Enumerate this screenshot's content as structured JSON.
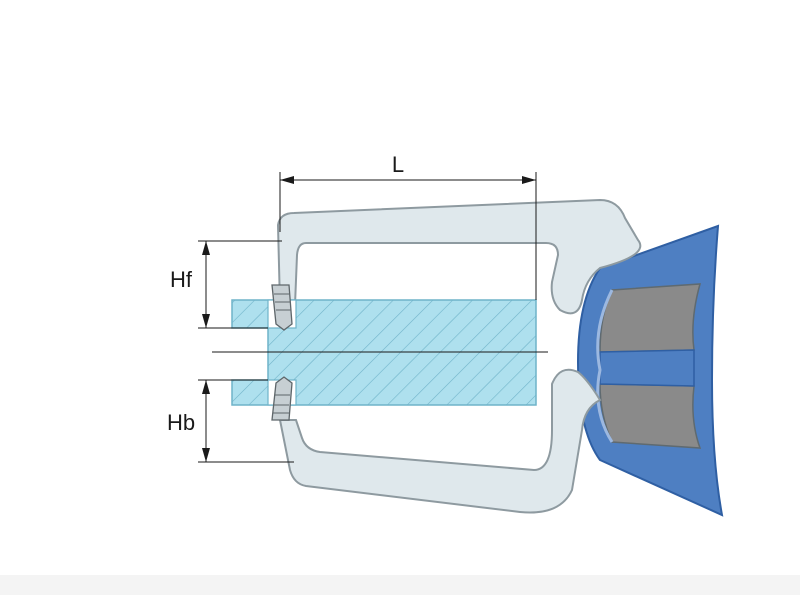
{
  "diagram": {
    "labels": {
      "length": "L",
      "front_height": "Hf",
      "back_height": "Hb"
    },
    "colors": {
      "frame_fill": "#dfe8ec",
      "frame_stroke": "#8e9aa0",
      "workpiece_fill": "#aee0ee",
      "workpiece_hatch": "#6fb3c9",
      "handle_blue": "#4e7fc2",
      "handle_dark": "#2f5fa3",
      "handle_grey": "#8a8a8a",
      "dimension_line": "#1a1a1a"
    }
  }
}
